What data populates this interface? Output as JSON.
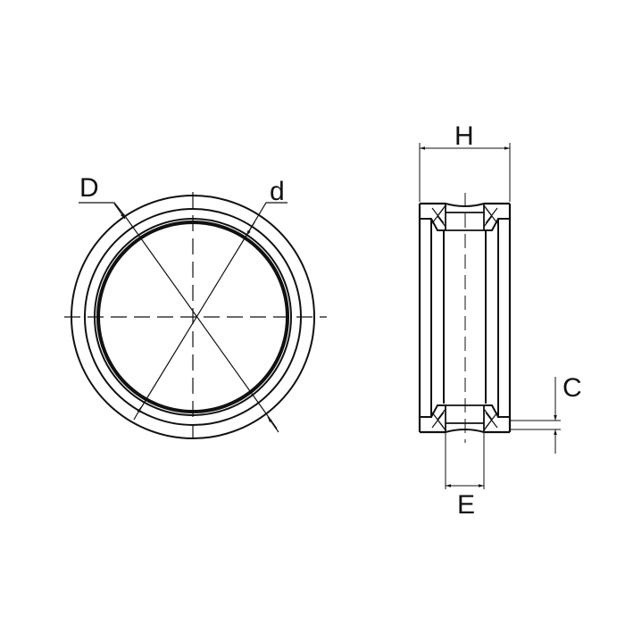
{
  "drawing": {
    "type": "technical-drawing",
    "subject": "ring seal front view and cross-section",
    "line_color": "#111111",
    "background": "#ffffff"
  },
  "labels": {
    "outer_diameter": "D",
    "inner_diameter": "d",
    "height": "H",
    "lip_height": "C",
    "bore_width": "E"
  }
}
